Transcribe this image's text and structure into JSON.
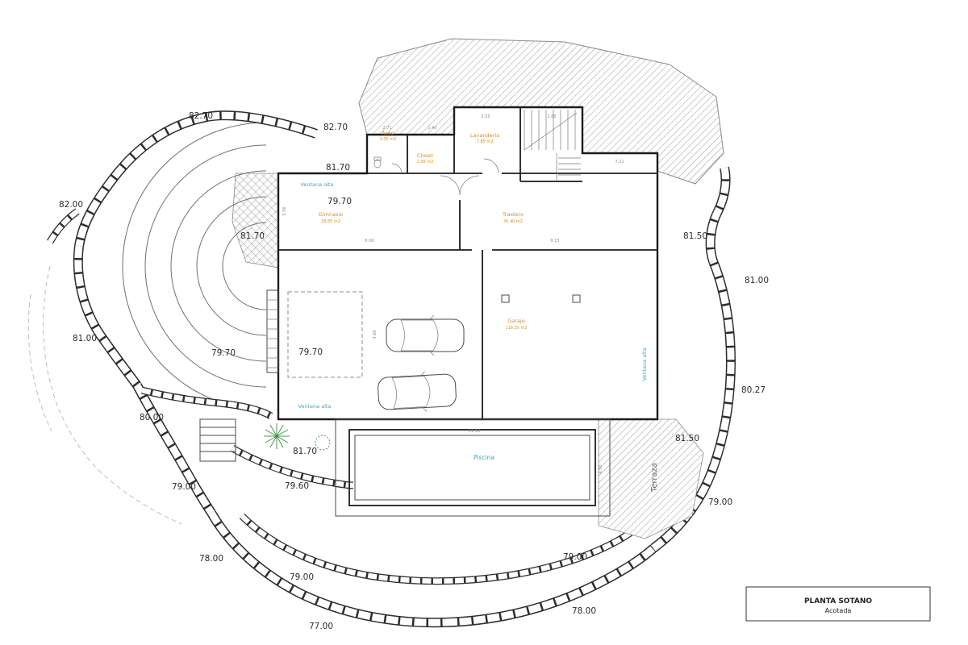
{
  "labels": {
    "elevations": [
      "82.70",
      "82.70",
      "81.70",
      "79.70",
      "82.00",
      "81.70",
      "81.50",
      "81.00",
      "81.00",
      "79.70",
      "79.70",
      "80.27",
      "80.00",
      "81.50",
      "81.70",
      "79.00",
      "79.60",
      "79.00",
      "78.00",
      "79.00",
      "79.00",
      "78.00",
      "77.00"
    ],
    "rooms": [
      {
        "name": "Gimnasio",
        "area": "28.85 m2"
      },
      {
        "name": "Trastero",
        "area": "36.40 m2"
      },
      {
        "name": "Garaje",
        "area": "118.35 m2"
      },
      {
        "name": "Lavandería",
        "area": "7.85 m2"
      },
      {
        "name": "Aseo",
        "area": "3.05 m2"
      },
      {
        "name": "Closet",
        "area": "1.95 m2"
      }
    ],
    "piscina": "Piscina",
    "ventana_alta": "Ventana alta",
    "terraza": "Terraza",
    "dims": [
      "2.71",
      "1.40",
      "2.55",
      "2.65",
      "7.21",
      "5.56",
      "8.00",
      "9.15",
      "4.60",
      "11.60",
      "4.50"
    ]
  },
  "title_block": {
    "title": "PLANTA SOTANO",
    "subtitle": "Acotada"
  }
}
